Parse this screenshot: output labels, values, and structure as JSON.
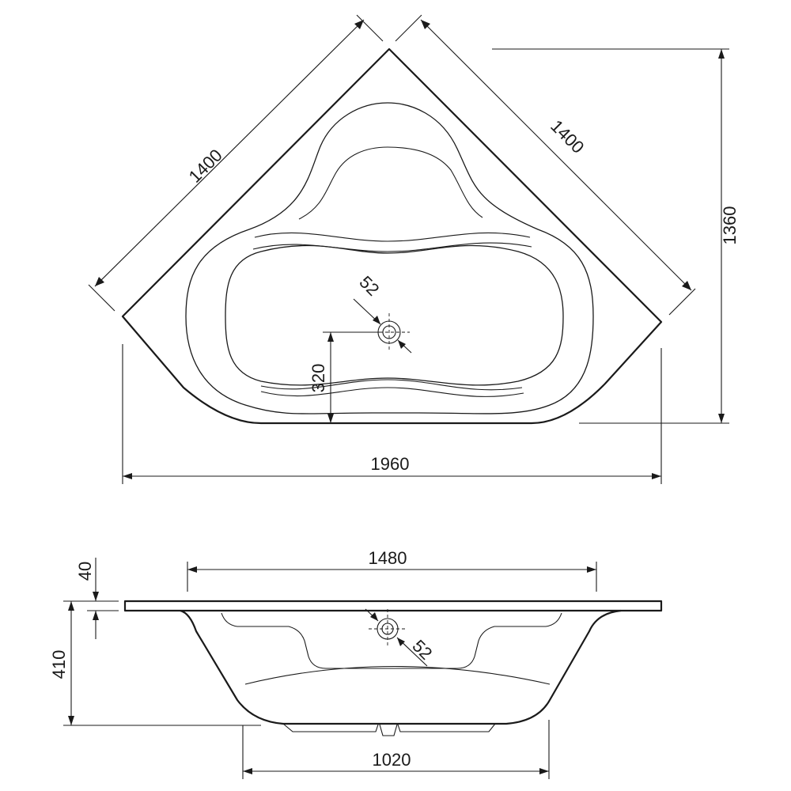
{
  "top_view": {
    "side_left": "1400",
    "side_right": "1400",
    "depth": "1360",
    "width": "1960",
    "drain_diameter": "52",
    "drain_offset": "320"
  },
  "side_view": {
    "rim_thickness": "40",
    "height": "410",
    "inner_length": "1480",
    "drain_diameter": "52",
    "base_length": "1020"
  },
  "colors": {
    "line": "#1a1a1a",
    "background": "#ffffff"
  }
}
